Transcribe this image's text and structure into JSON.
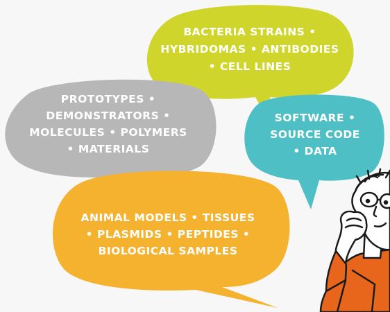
{
  "bubbles": {
    "green": {
      "color": "#cfd52a",
      "lines": [
        "BACTERIA STRAINS •",
        "HYBRIDOMAS • ANTIBODIES",
        "• CELL LINES"
      ]
    },
    "gray": {
      "color": "#b7b7b7",
      "lines": [
        "PROTOTYPES •",
        "DEMONSTRATORS •",
        "MOLECULES • POLYMERS",
        "• MATERIALS"
      ]
    },
    "teal": {
      "color": "#4fbfc6",
      "lines": [
        "SOFTWARE •",
        "SOURCE CODE",
        "• DATA"
      ]
    },
    "orange": {
      "color": "#f4b22e",
      "lines": [
        "ANIMAL MODELS • TISSUES",
        "• PLASMIDS • PEPTIDES •",
        "BIOLOGICAL SAMPLES"
      ]
    }
  },
  "character": {
    "icon": "thinking-cartoon-man",
    "shirt_color": "#e8661c"
  }
}
